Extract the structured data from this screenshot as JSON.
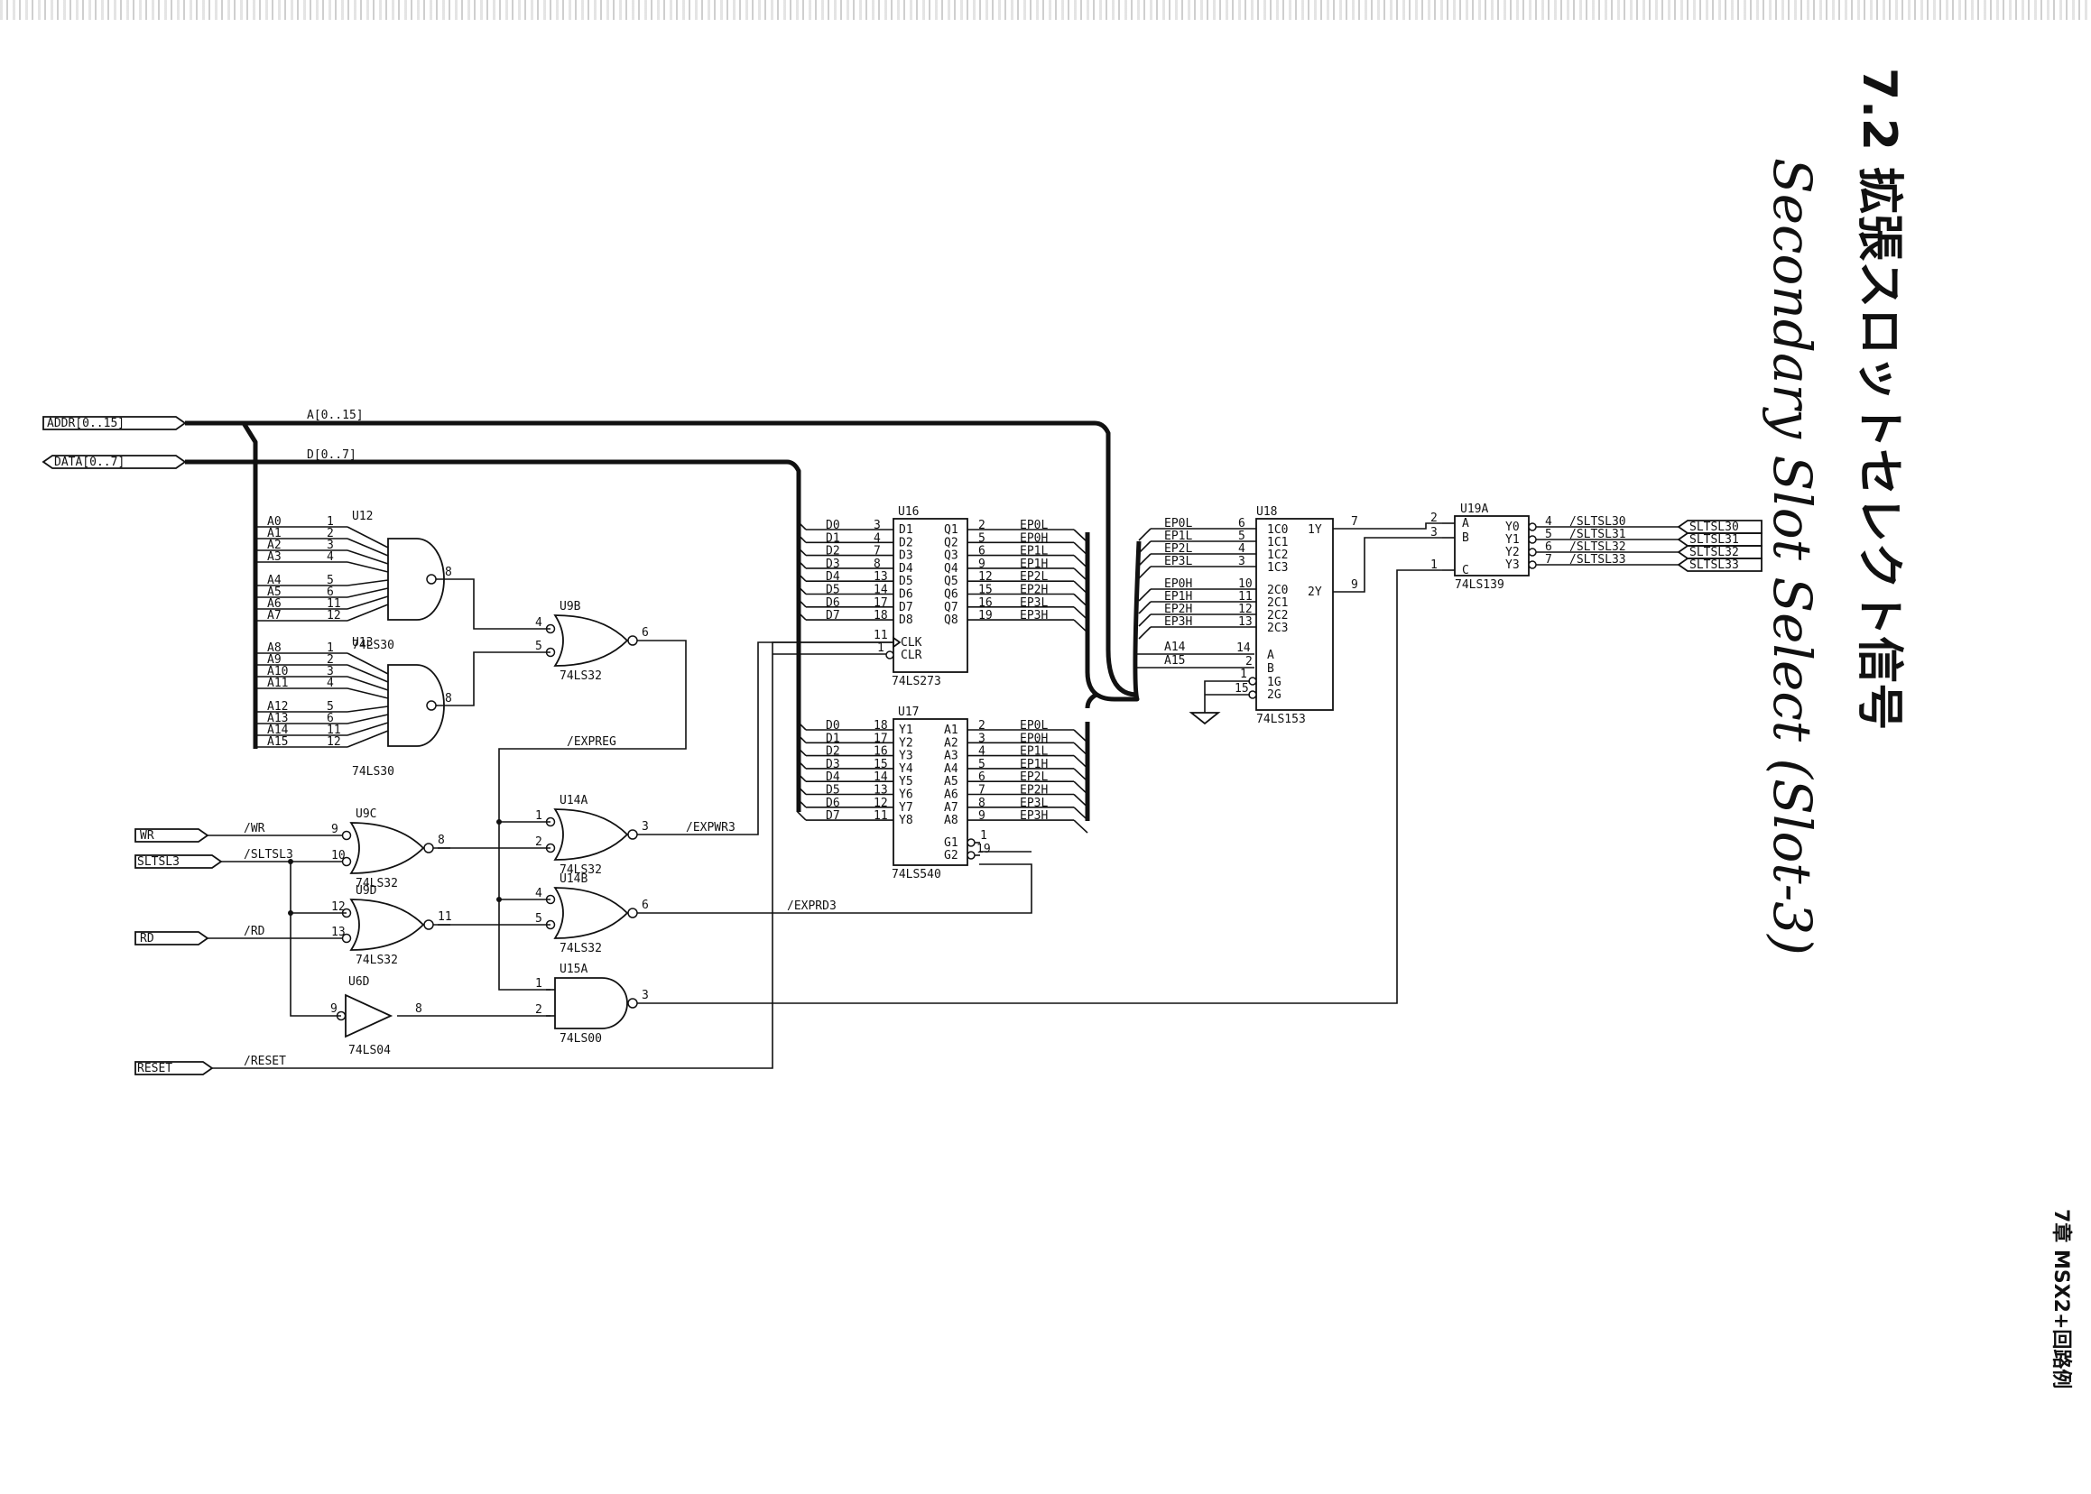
{
  "title": {
    "section": "7.2 拡張スロットセレクト信号",
    "handwritten": "Secondary Slot Select (Slot-3)",
    "page_edge": "7章 MSX2+回路例"
  },
  "ports": {
    "addr": "ADDR[0..15]",
    "data": "DATA[0..7]",
    "wr": "WR",
    "sltsl3": "SLTSL3",
    "rd": "RD",
    "reset": "RESET"
  },
  "nets": {
    "addr_bus": "A[0..15]",
    "data_bus": "D[0..7]",
    "wr": "/WR",
    "sltsl3": "/SLTSL3",
    "rd": "/RD",
    "reset": "/RESET",
    "expreg": "/EXPREG",
    "expwr3": "/EXPWR3",
    "exprd3": "/EXPRD3",
    "a14": "A14",
    "a15": "A15"
  },
  "parts": {
    "u12": {
      "ref": "U12",
      "type": "74LS30",
      "inputs": [
        "A0",
        "A1",
        "A2",
        "A3",
        "A4",
        "A5",
        "A6",
        "A7"
      ],
      "pins": [
        "1",
        "2",
        "3",
        "4",
        "5",
        "6",
        "11",
        "12"
      ],
      "out": "8"
    },
    "u13": {
      "ref": "U13",
      "type": "74LS30",
      "inputs": [
        "A8",
        "A9",
        "A10",
        "A11",
        "A12",
        "A13",
        "A14",
        "A15"
      ],
      "pins": [
        "1",
        "2",
        "3",
        "4",
        "5",
        "6",
        "11",
        "12"
      ],
      "out": "8"
    },
    "u9b": {
      "ref": "U9B",
      "type": "74LS32",
      "pins": [
        "4",
        "5",
        "6"
      ]
    },
    "u9c": {
      "ref": "U9C",
      "type": "74LS32",
      "pins": [
        "9",
        "10",
        "8"
      ]
    },
    "u9d": {
      "ref": "U9D",
      "type": "74LS32",
      "pins": [
        "12",
        "13",
        "11"
      ]
    },
    "u14a": {
      "ref": "U14A",
      "type": "74LS32",
      "pins": [
        "1",
        "2",
        "3"
      ]
    },
    "u14b": {
      "ref": "U14B",
      "type": "74LS32",
      "pins": [
        "4",
        "5",
        "6"
      ]
    },
    "u15a": {
      "ref": "U15A",
      "type": "74LS00",
      "pins": [
        "1",
        "2",
        "3"
      ]
    },
    "u6d": {
      "ref": "U6D",
      "type": "74LS04",
      "pins": [
        "9",
        "8"
      ]
    },
    "u16": {
      "ref": "U16",
      "type": "74LS273",
      "in_nets": [
        "D0",
        "D1",
        "D2",
        "D3",
        "D4",
        "D5",
        "D6",
        "D7"
      ],
      "in_pins": [
        "3",
        "4",
        "7",
        "8",
        "13",
        "14",
        "17",
        "18"
      ],
      "in_names": [
        "D1",
        "D2",
        "D3",
        "D4",
        "D5",
        "D6",
        "D7",
        "D8"
      ],
      "out_names": [
        "Q1",
        "Q2",
        "Q3",
        "Q4",
        "Q5",
        "Q6",
        "Q7",
        "Q8"
      ],
      "out_pins": [
        "2",
        "5",
        "6",
        "9",
        "12",
        "15",
        "16",
        "19"
      ],
      "out_nets": [
        "EP0L",
        "EP0H",
        "EP1L",
        "EP1H",
        "EP2L",
        "EP2H",
        "EP3L",
        "EP3H"
      ],
      "clk": "CLK",
      "clr": "CLR",
      "clk_pin": "11",
      "clr_pin": "1"
    },
    "u17": {
      "ref": "U17",
      "type": "74LS540",
      "in_nets": [
        "D0",
        "D1",
        "D2",
        "D3",
        "D4",
        "D5",
        "D6",
        "D7"
      ],
      "in_pins": [
        "18",
        "17",
        "16",
        "15",
        "14",
        "13",
        "12",
        "11"
      ],
      "in_names": [
        "Y1",
        "Y2",
        "Y3",
        "Y4",
        "Y5",
        "Y6",
        "Y7",
        "Y8"
      ],
      "out_names": [
        "A1",
        "A2",
        "A3",
        "A4",
        "A5",
        "A6",
        "A7",
        "A8"
      ],
      "out_pins": [
        "2",
        "3",
        "4",
        "5",
        "6",
        "7",
        "8",
        "9"
      ],
      "out_nets": [
        "EP0L",
        "EP0H",
        "EP1L",
        "EP1H",
        "EP2L",
        "EP2H",
        "EP3L",
        "EP3H"
      ],
      "g1": "G1",
      "g2": "G2",
      "g1_pin": "1",
      "g2_pin": "19"
    },
    "u18": {
      "ref": "U18",
      "type": "74LS153",
      "in1_nets": [
        "EP0L",
        "EP1L",
        "EP2L",
        "EP3L"
      ],
      "in1_pins": [
        "6",
        "5",
        "4",
        "3"
      ],
      "in1_names": [
        "1C0",
        "1C1",
        "1C2",
        "1C3"
      ],
      "in2_nets": [
        "EP0H",
        "EP1H",
        "EP2H",
        "EP3H"
      ],
      "in2_pins": [
        "10",
        "11",
        "12",
        "13"
      ],
      "in2_names": [
        "2C0",
        "2C1",
        "2C2",
        "2C3"
      ],
      "sel_names": [
        "A",
        "B"
      ],
      "sel_pins": [
        "14",
        "2"
      ],
      "en_names": [
        "1G",
        "2G"
      ],
      "en_pins": [
        "1",
        "15"
      ],
      "out_names": [
        "1Y",
        "2Y"
      ],
      "out_pins": [
        "7",
        "9"
      ]
    },
    "u19a": {
      "ref": "U19A",
      "type": "74LS139",
      "in_names": [
        "A",
        "B",
        "C"
      ],
      "in_pins": [
        "2",
        "3",
        "1"
      ],
      "out_names": [
        "Y0",
        "Y1",
        "Y2",
        "Y3"
      ],
      "out_pins": [
        "4",
        "5",
        "6",
        "7"
      ],
      "out_nets": [
        "/SLTSL30",
        "/SLTSL31",
        "/SLTSL32",
        "/SLTSL33"
      ],
      "out_ports": [
        "SLTSL30",
        "SLTSL31",
        "SLTSL32",
        "SLTSL33"
      ]
    }
  }
}
